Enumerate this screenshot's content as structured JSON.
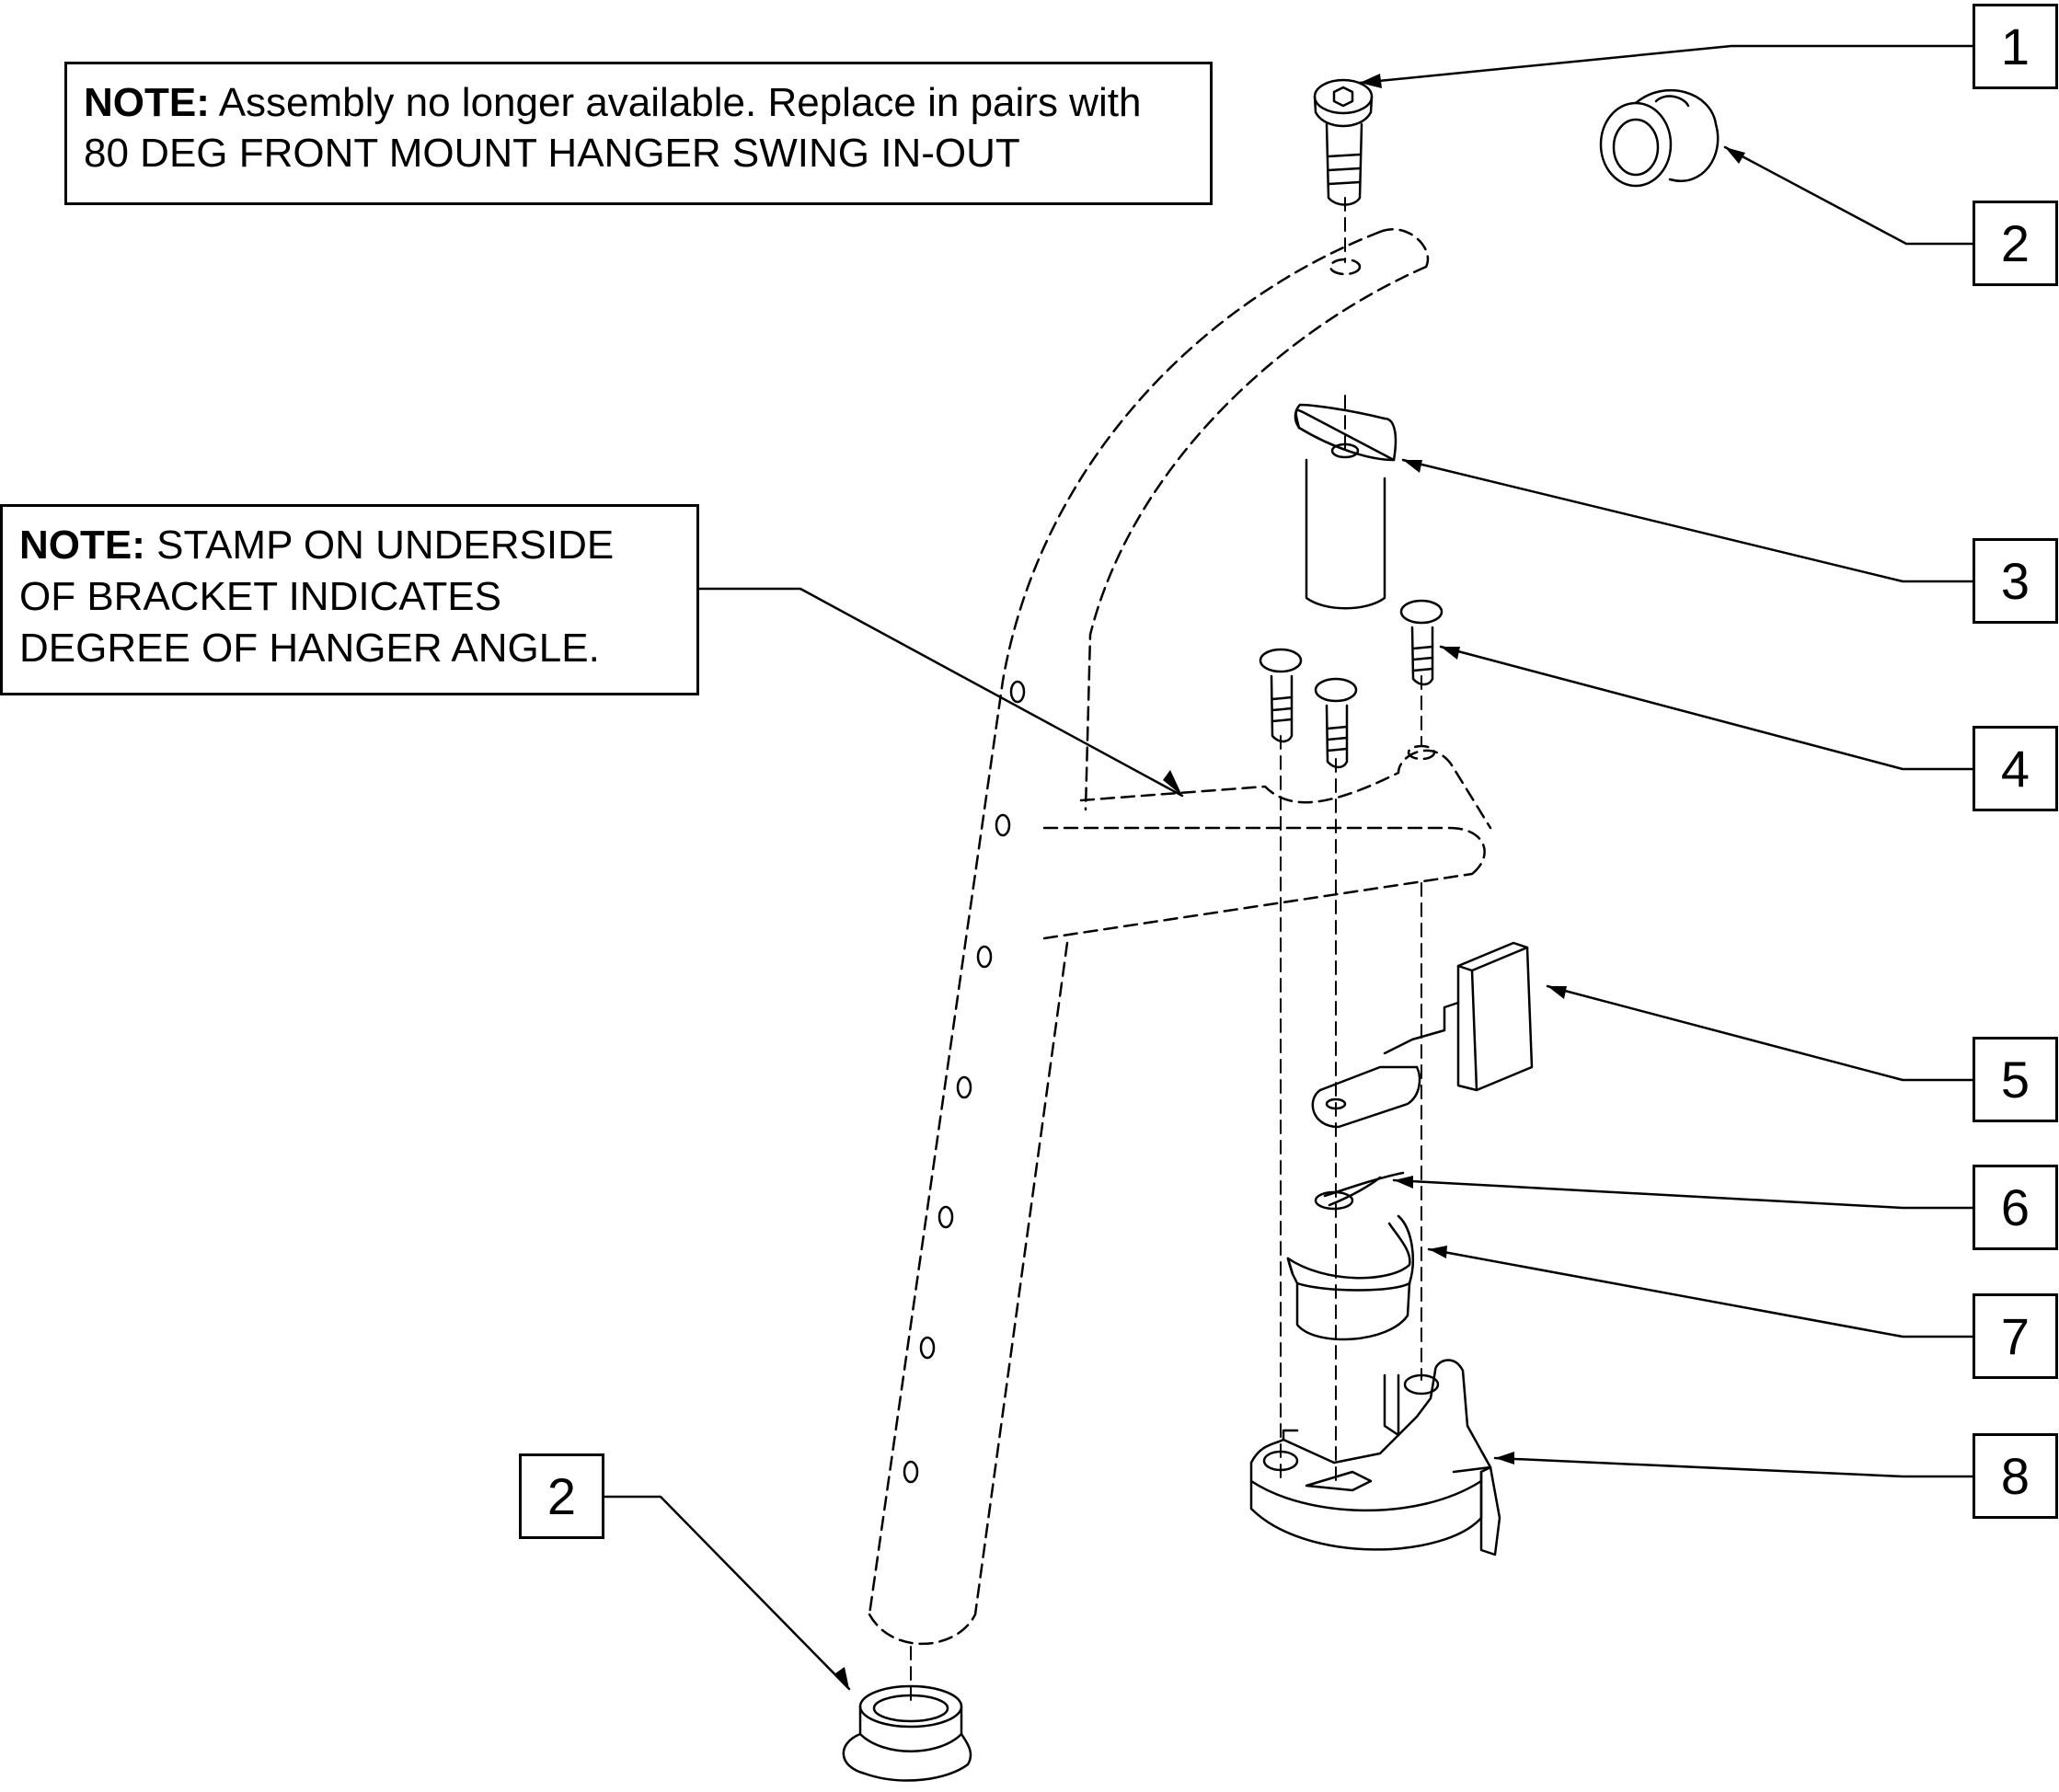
{
  "notes": [
    {
      "label": "NOTE:",
      "text": " Assembly no longer available. Replace in pairs with 80 DEG FRONT MOUNT HANGER SWING IN-OUT"
    },
    {
      "label": "NOTE:",
      "text": "  STAMP ON UNDERSIDE OF BRACKET INDICATES DEGREE OF HANGER ANGLE."
    }
  ],
  "callouts": [
    "1",
    "2",
    "3",
    "4",
    "5",
    "6",
    "7",
    "8",
    "2"
  ]
}
